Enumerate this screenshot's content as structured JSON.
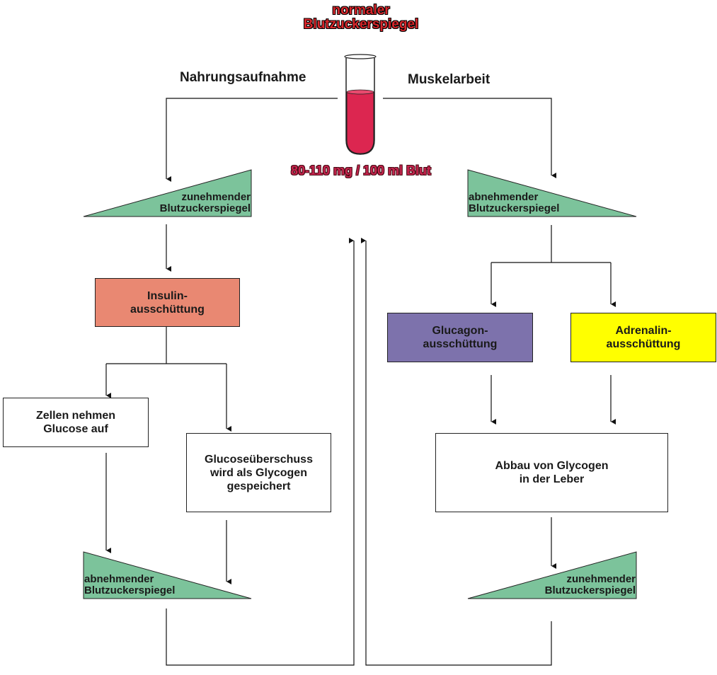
{
  "header": {
    "title_line1": "normaler",
    "title_line2": "Blutzuckerspiegel",
    "range": "80-110 mg / 100 ml Blut",
    "left_trigger": "Nahrungsaufnahme",
    "right_trigger": "Muskelarbeit"
  },
  "left_branch": {
    "triangle_top": {
      "line1": "zunehmender",
      "line2": "Blutzuckerspiegel"
    },
    "insulin": {
      "line1": "Insulin-",
      "line2": "ausschüttung"
    },
    "cells": {
      "line1": "Zellen nehmen",
      "line2": "Glucose auf"
    },
    "storage": {
      "line1": "Glucoseüberschuss",
      "line2": "wird als Glycogen",
      "line3": "gespeichert"
    },
    "triangle_bottom": {
      "line1": "abnehmender",
      "line2": "Blutzuckerspiegel"
    }
  },
  "right_branch": {
    "triangle_top": {
      "line1": "abnehmender",
      "line2": "Blutzuckerspiegel"
    },
    "glucagon": {
      "line1": "Glucagon-",
      "line2": "ausschüttung"
    },
    "adrenalin": {
      "line1": "Adrenalin-",
      "line2": "ausschüttung"
    },
    "breakdown": {
      "line1": "Abbau von Glycogen",
      "line2": "in der Leber"
    },
    "triangle_bottom": {
      "line1": "zunehmender",
      "line2": "Blutzuckerspiegel"
    }
  },
  "colors": {
    "triangle_fill": "#7cc39b",
    "insulin_fill": "#e98872",
    "glucagon_fill": "#7d72ac",
    "adrenalin_fill": "#ffff00",
    "blood": "#dc2650",
    "title_red": "#d8262b"
  }
}
